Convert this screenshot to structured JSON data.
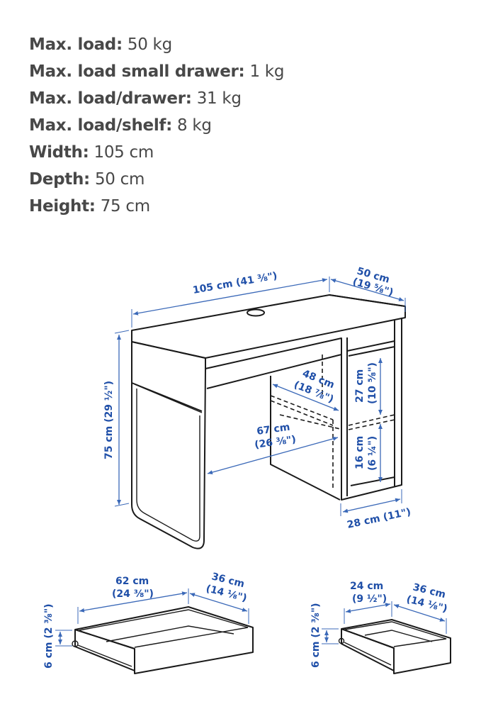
{
  "specs": [
    {
      "label": "Max. load:",
      "value": "50 kg"
    },
    {
      "label": "Max. load small drawer:",
      "value": "1 kg"
    },
    {
      "label": "Max. load/drawer:",
      "value": "31 kg"
    },
    {
      "label": "Max. load/shelf:",
      "value": "8 kg"
    },
    {
      "label": "Width:",
      "value": "105 cm"
    },
    {
      "label": "Depth:",
      "value": "50 cm"
    },
    {
      "label": "Height:",
      "value": "75 cm"
    }
  ],
  "desk_diagram": {
    "width": "105 cm (41 ⅜\")",
    "depth_cm": "50 cm",
    "depth_in": "(19 ⅝\")",
    "height": "75 cm (29 ½\")",
    "inner_depth_cm": "48 cm",
    "inner_depth_in": "(18 ⅞\")",
    "legroom_cm": "67 cm",
    "legroom_in": "(26 ⅜\")",
    "upper_comp_cm": "27 cm",
    "upper_comp_in": "(10 ⅝\")",
    "lower_comp_cm": "16 cm",
    "lower_comp_in": "(6 ¼\")",
    "cabinet_width": "28 cm (11\")"
  },
  "large_drawer": {
    "width_cm": "62 cm",
    "width_in": "(24 ⅜\")",
    "depth_cm": "36 cm",
    "depth_in": "(14 ⅛\")",
    "height": "6 cm (2 ⅜\")"
  },
  "small_drawer": {
    "width_cm": "24 cm",
    "width_in": "(9 ½\")",
    "depth_cm": "36 cm",
    "depth_in": "(14 ⅛\")",
    "height": "6 cm (2 ⅜\")"
  },
  "colors": {
    "dimension_blue": "#1f4fa8",
    "spec_text": "#484848",
    "line": "#1a1a1a"
  }
}
